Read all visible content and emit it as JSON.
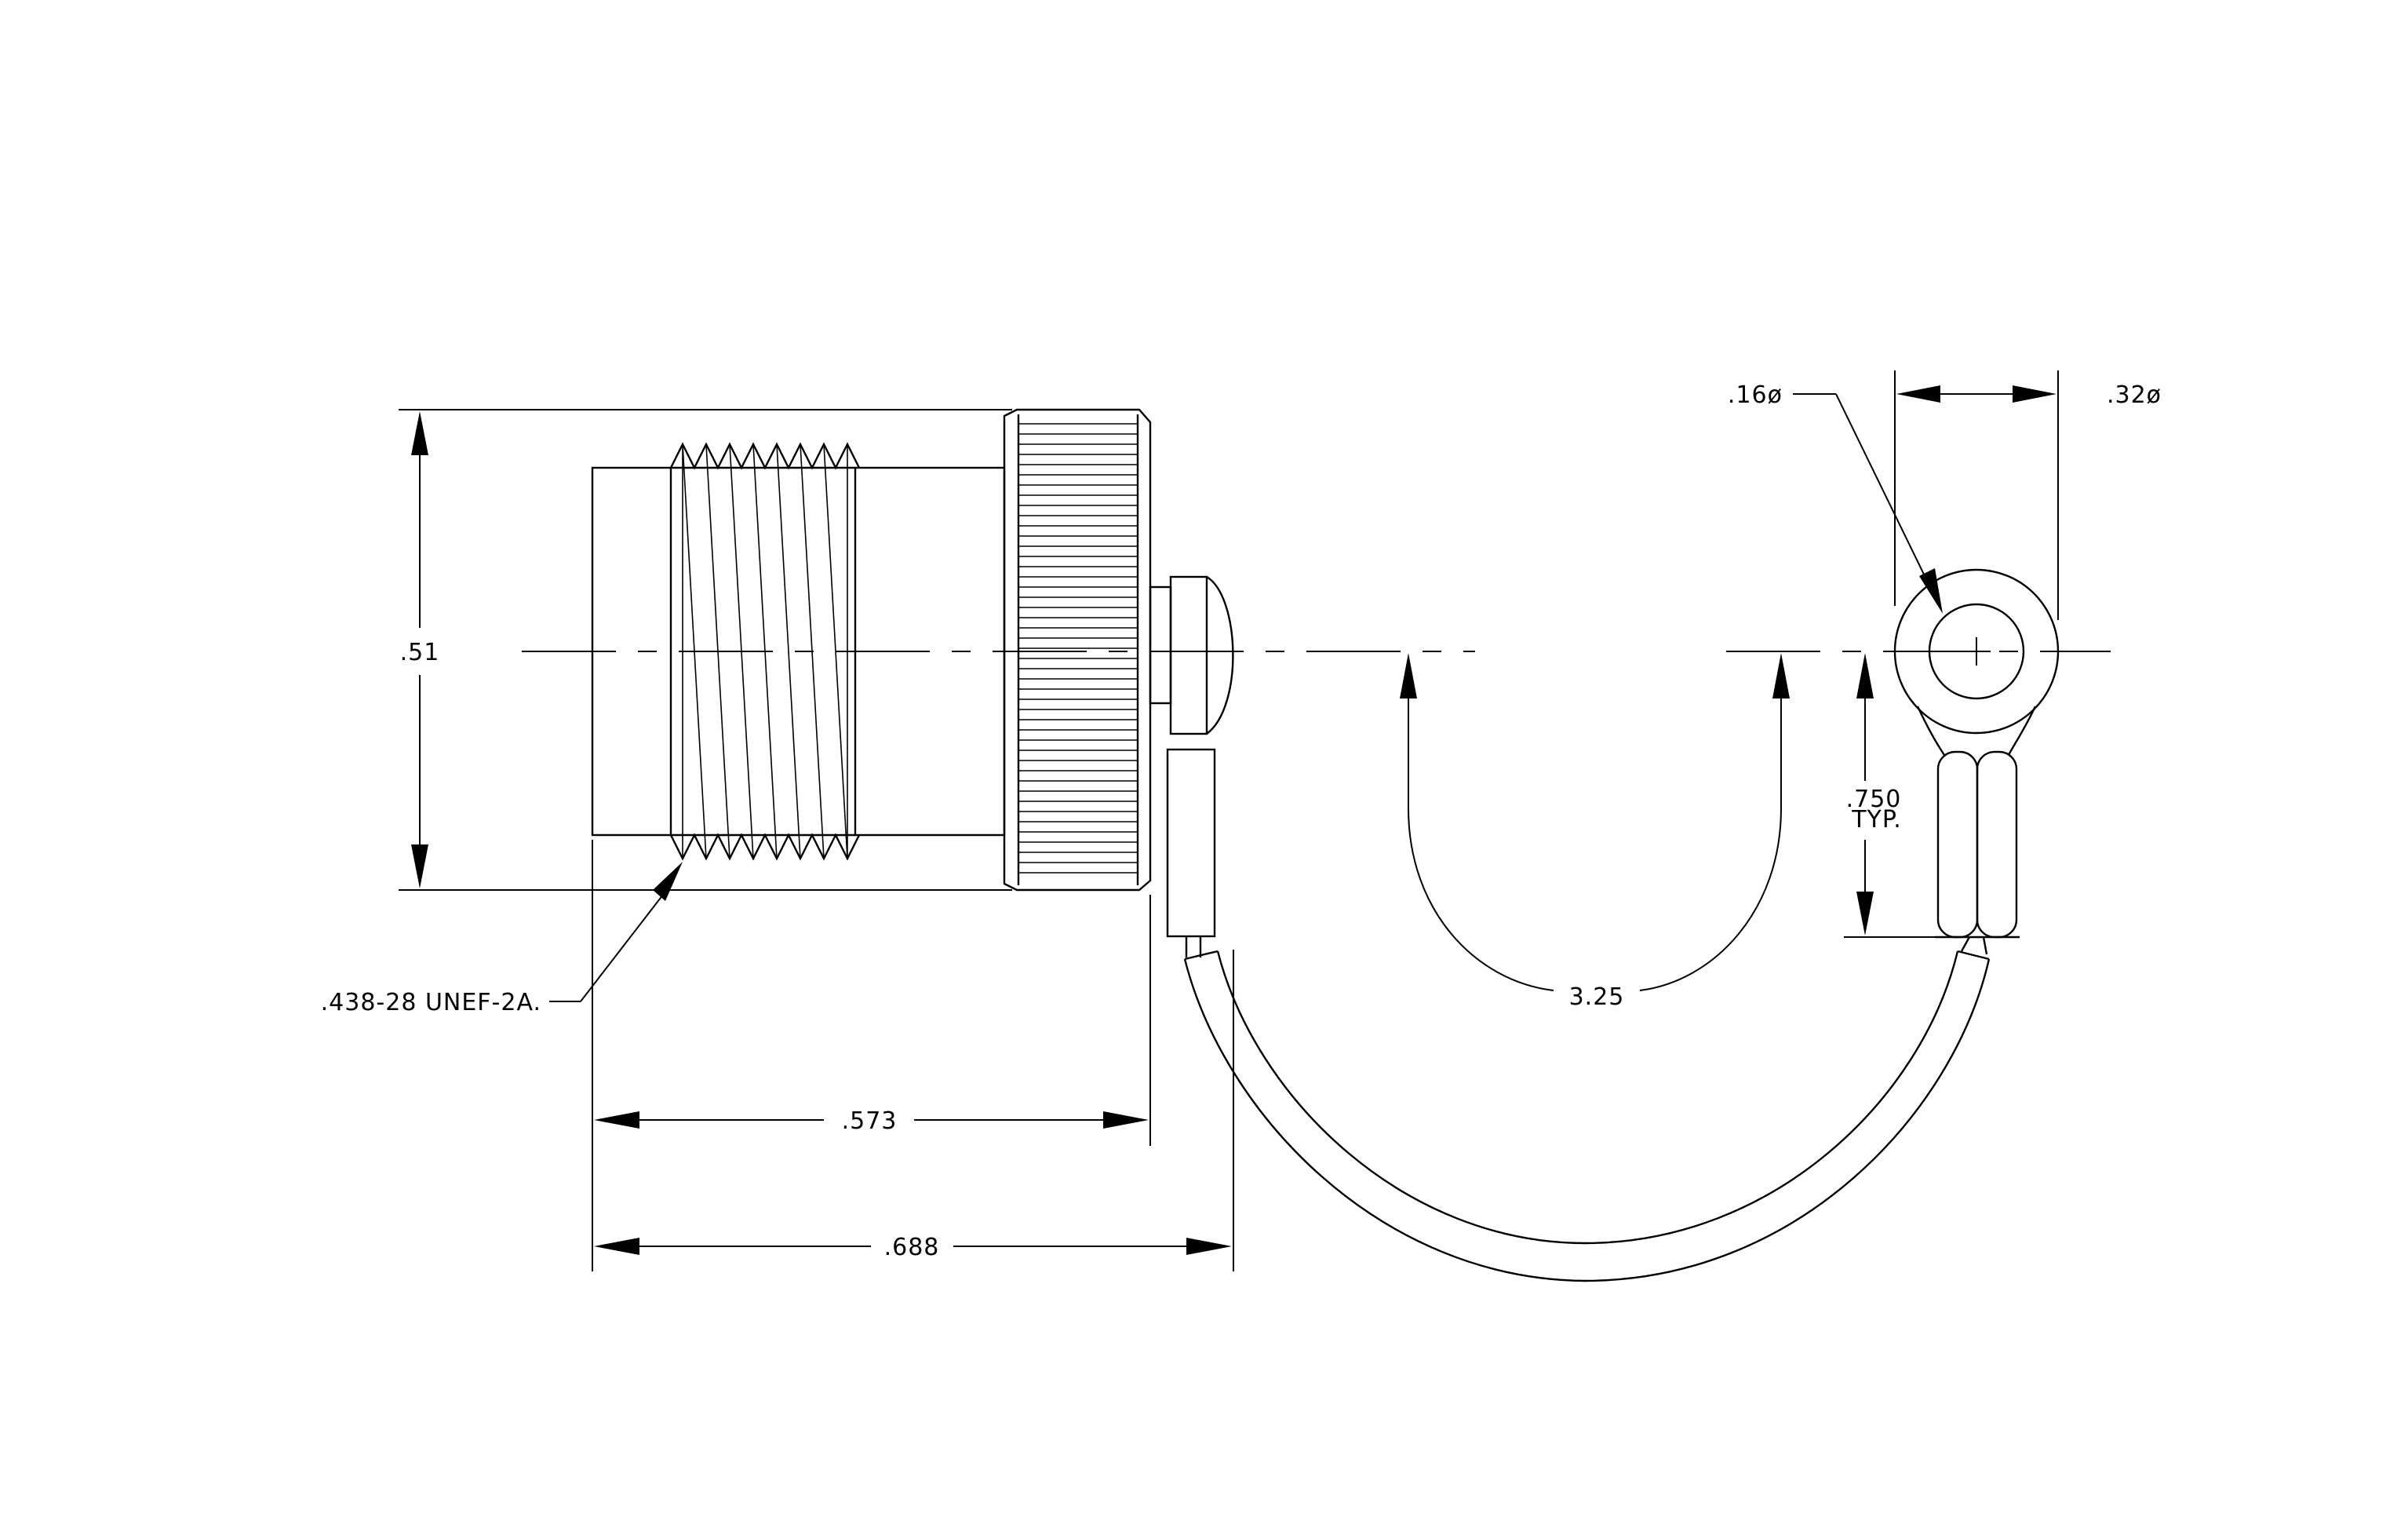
{
  "drawing": {
    "dimensions": {
      "height": ".51",
      "thread": ".438-28 UNEF-2A.",
      "length_body": ".573",
      "length_overall": ".688",
      "chain_span": "3.25",
      "ring_hole": ".16ø",
      "ring_outer": ".32ø",
      "ring_offset_line1": ".750",
      "ring_offset_line2": "TYP."
    }
  }
}
